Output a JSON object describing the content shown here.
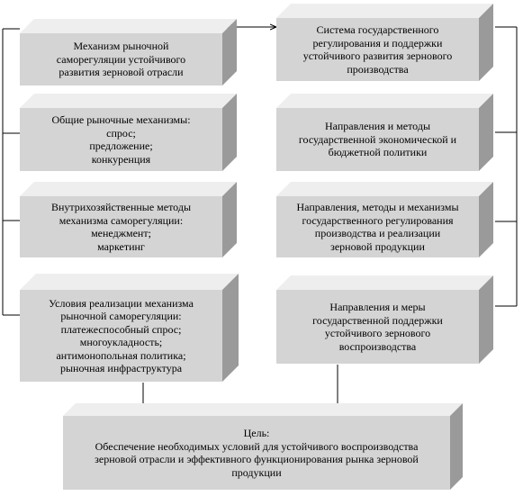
{
  "left_column": [
    {
      "lines": [
        "Механизм рыночной",
        "саморегуляции устойчивого",
        "развития зерновой отрасли"
      ]
    },
    {
      "lines": [
        "Общие рыночные механизмы:",
        "спрос;",
        "предложение;",
        "конкуренция"
      ]
    },
    {
      "lines": [
        "Внутрихозяйственные  методы",
        "механизма саморегуляции:",
        "менеджмент;",
        "маркетинг"
      ]
    },
    {
      "lines": [
        "Условия реализации механизма",
        "рыночной саморегуляции:",
        "платежеспособный спрос;",
        "многоукладность;",
        "антимонопольная политика;",
        "рыночная инфраструктура"
      ]
    }
  ],
  "right_column": [
    {
      "lines": [
        "Система государственного",
        "регулирования и поддержки",
        "устойчивого развития зернового",
        "производства"
      ]
    },
    {
      "lines": [
        "Направления и методы",
        "государственной экономической и",
        "бюджетной политики"
      ]
    },
    {
      "lines": [
        "Направления, методы и механизмы",
        "государственного  регулирования",
        "производства и реализации",
        "зерновой продукции"
      ]
    },
    {
      "lines": [
        "Направления и меры",
        "государственной поддержки",
        "устойчивого зернового",
        "воспроизводства"
      ]
    }
  ],
  "goal": {
    "lines": [
      "Цель:",
      "Обеспечение необходимых  условий для устойчивого воспроизводства",
      "зерновой отрасли и эффективного функционирования рынка зерновой",
      "продукции"
    ]
  },
  "colors": {
    "face": "#d4d4d4",
    "top": "#eeeeee",
    "side": "#9a9a9a",
    "line": "#000000"
  }
}
